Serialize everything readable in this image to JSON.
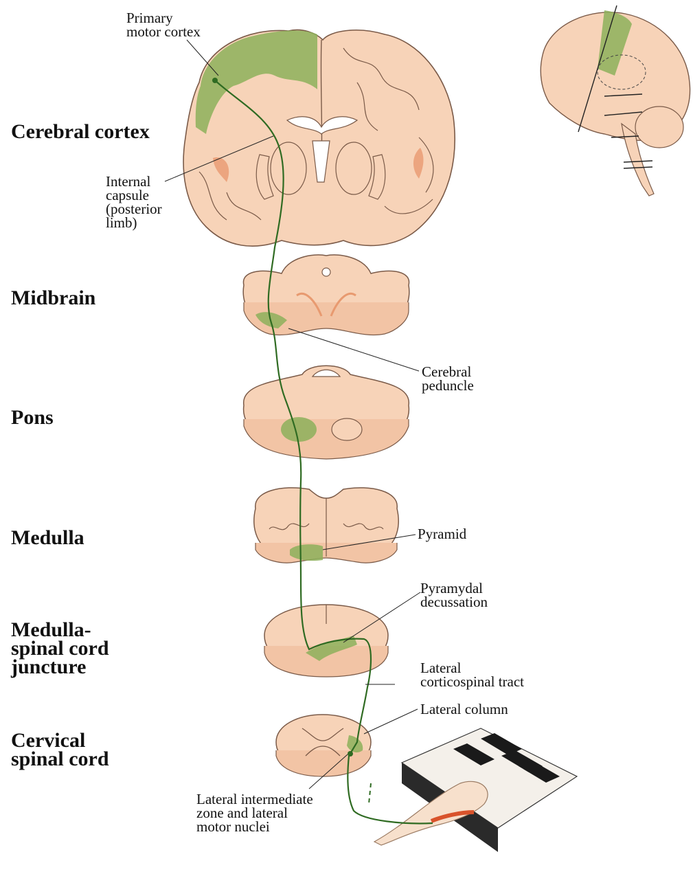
{
  "levels": {
    "cortex": "Cerebral cortex",
    "midbrain": "Midbrain",
    "pons": "Pons",
    "medulla": "Medulla",
    "juncture": "Medulla-\nspinal cord\njuncture",
    "cervical": "Cervical\nspinal cord"
  },
  "annotations": {
    "primary_motor_cortex": "Primary\nmotor cortex",
    "internal_capsule": "Internal\ncapsule\n(posterior\nlimb)",
    "cerebral_peduncle": "Cerebral\npeduncle",
    "pyramid": "Pyramid",
    "pyramidal_decussation": "Pyramydal\ndecussation",
    "lateral_corticospinal_tract": "Lateral\ncorticospinal tract",
    "lateral_column": "Lateral column",
    "lateral_intermediate_zone": "Lateral intermediate\nzone and lateral\nmotor nuclei"
  },
  "colors": {
    "tissue": "#f7d3b8",
    "tissue_edge": "#e8b898",
    "outline": "#7a5a48",
    "tract_green": "#8db05a",
    "tract_line": "#2f6b22",
    "ventricle": "#e89a70",
    "text": "#111111"
  }
}
